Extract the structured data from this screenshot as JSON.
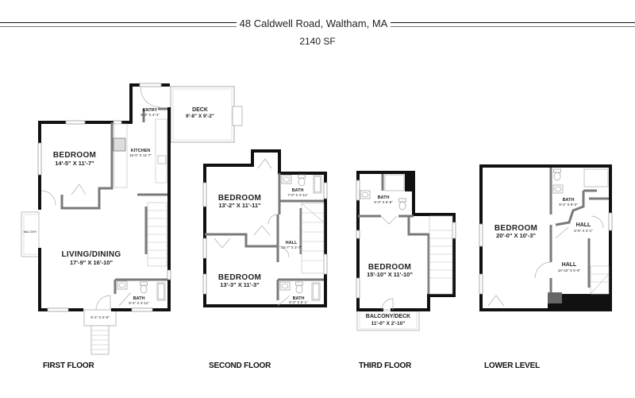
{
  "header": {
    "address": "48 Caldwell Road, Waltham, MA",
    "total_area": "2140 SF"
  },
  "floors": [
    {
      "label": "FIRST FLOOR",
      "rooms": [
        {
          "name": "BEDROOM",
          "dims": "14'-5\" X 11'-7\""
        },
        {
          "name": "ENTRY",
          "dims": "6'-2\" X 4'-4\""
        },
        {
          "name": "DECK",
          "dims": "9'-8\" X 9'-2\""
        },
        {
          "name": "KITCHEN",
          "dims": "15'-0\" X 11'-7\""
        },
        {
          "name": "LIVING/DINING",
          "dims": "17'-9\" X 16'-10\""
        },
        {
          "name": "BATH",
          "dims": "8'-4\" X 4'-11\""
        },
        {
          "name": "BALCONY",
          "dims": ""
        },
        {
          "name": "",
          "dims": "6'-1\" X 2'-6\""
        }
      ]
    },
    {
      "label": "SECOND FLOOR",
      "rooms": [
        {
          "name": "BEDROOM",
          "dims": "13'-2\" X 11'-11\""
        },
        {
          "name": "BATH",
          "dims": "7'-0\" X 4'-11\""
        },
        {
          "name": "HALL",
          "dims": "13'-7\" X 3'-7\""
        },
        {
          "name": "BEDROOM",
          "dims": "13'-3\" X 11'-3\""
        },
        {
          "name": "BATH",
          "dims": "8'-2\" X 5'-1\""
        }
      ]
    },
    {
      "label": "THIRD FLOOR",
      "rooms": [
        {
          "name": "BATH",
          "dims": "9'-3\" X 6'-8\""
        },
        {
          "name": "BEDROOM",
          "dims": "15'-10\" X 11'-10\""
        },
        {
          "name": "BALCONY/DECK",
          "dims": "11'-0\" X 2'-10\""
        }
      ]
    },
    {
      "label": "LOWER LEVEL",
      "rooms": [
        {
          "name": "BATH",
          "dims": "9'-4\" X 8'-2\""
        },
        {
          "name": "HALL",
          "dims": "5'-5\" X 4'-1\""
        },
        {
          "name": "BEDROOM",
          "dims": "20'-0\" X 10'-3\""
        },
        {
          "name": "HALL",
          "dims": "10'-10\" X 5'-6\""
        }
      ]
    }
  ],
  "colors": {
    "wall": "#111111",
    "interior_wall": "#7a7a7a",
    "fixture": "#aaaaaa",
    "background": "#ffffff"
  }
}
